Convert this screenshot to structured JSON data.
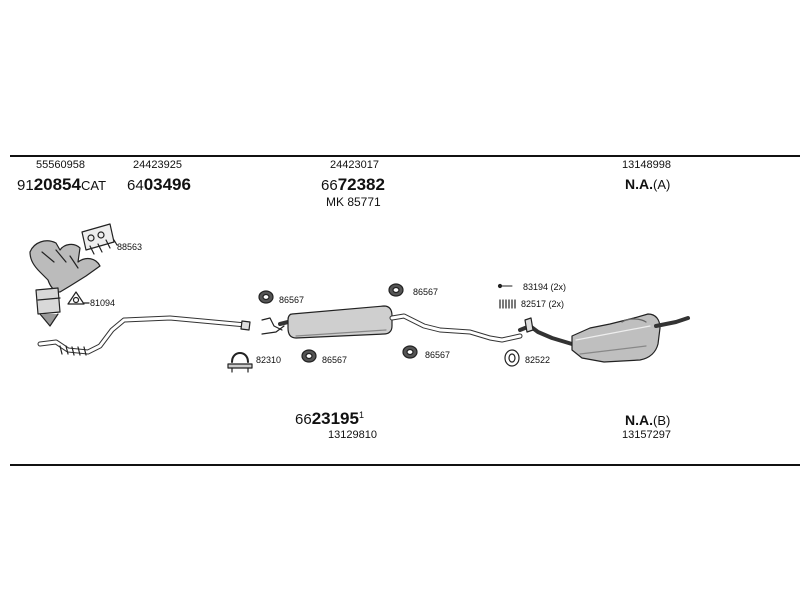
{
  "top_labels": {
    "part1_oe": "55560958",
    "part1_prefix": "91",
    "part1_bold": "20854",
    "part1_suffix": "CAT",
    "part2_oe": "24423925",
    "part2_prefix": "64",
    "part2_bold": "03496",
    "part3_oe": "24423017",
    "part3_prefix": "66",
    "part3_bold": "72382",
    "part3_kit": "MK 85771",
    "part4_oe": "13148998",
    "part4_bold": "N.A.",
    "part4_suffix": "(A)"
  },
  "bottom_labels": {
    "part5_prefix": "66",
    "part5_bold": "23195",
    "part5_sup": "1",
    "part5_oe": "13129810",
    "part6_bold": "N.A.",
    "part6_suffix": "(B)",
    "part6_oe": "13157297"
  },
  "callouts": {
    "gasket": "88563",
    "cat_gasket": "81094",
    "clamp": "82310",
    "hanger_a": "86567",
    "hanger_b": "86567",
    "hanger_c": "86567",
    "hanger_d": "86567",
    "clip": "83194 (2x)",
    "bolt": "82517 (2x)",
    "ring": "82522"
  }
}
